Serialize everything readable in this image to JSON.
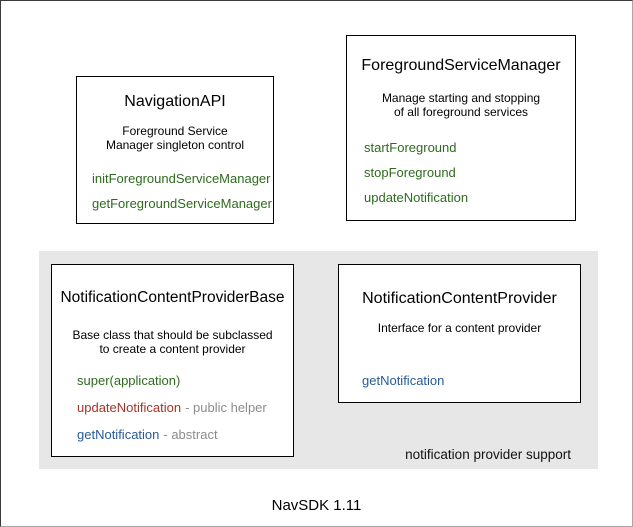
{
  "canvas": {
    "caption": "NavSDK 1.11"
  },
  "colors": {
    "method_green": "#2e6b1e",
    "method_red": "#a93226",
    "method_blue": "#275a9b",
    "annotation_gray": "#8c8c8c",
    "group_background": "#e7e7e7",
    "box_border": "#000000",
    "box_background": "#ffffff"
  },
  "group": {
    "label": "notification provider support"
  },
  "boxes": {
    "navigation_api": {
      "title": "NavigationAPI",
      "description_lines": [
        "Foreground Service",
        "Manager singleton control"
      ],
      "methods": [
        {
          "name": "initForegroundServiceManager",
          "color": "green",
          "suffix": ""
        },
        {
          "name": "getForegroundServiceManager",
          "color": "green",
          "suffix": ""
        }
      ]
    },
    "foreground_service_manager": {
      "title": "ForegroundServiceManager",
      "description_lines": [
        "Manage starting and stopping",
        "of all foreground services"
      ],
      "methods": [
        {
          "name": "startForeground",
          "color": "green",
          "suffix": ""
        },
        {
          "name": "stopForeground",
          "color": "green",
          "suffix": ""
        },
        {
          "name": "updateNotification",
          "color": "green",
          "suffix": ""
        }
      ]
    },
    "notification_content_provider_base": {
      "title": "NotificationContentProviderBase",
      "description_lines": [
        "Base class that should be subclassed",
        "to create a content provider"
      ],
      "methods": [
        {
          "name": "super(application)",
          "color": "green",
          "suffix": ""
        },
        {
          "name": "updateNotification",
          "color": "red",
          "suffix": "- public helper"
        },
        {
          "name": "getNotification",
          "color": "blue",
          "suffix": "- abstract"
        }
      ]
    },
    "notification_content_provider": {
      "title": "NotificationContentProvider",
      "description_lines": [
        "Interface for a content provider"
      ],
      "methods": [
        {
          "name": "getNotification",
          "color": "blue",
          "suffix": ""
        }
      ]
    }
  }
}
